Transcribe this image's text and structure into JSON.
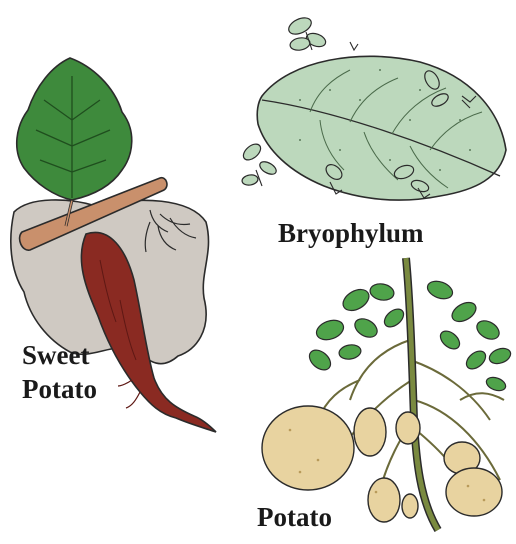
{
  "labels": {
    "sweet_potato_line1": "Sweet",
    "sweet_potato_line2": "Potato",
    "bryophylum": "Bryophylum",
    "potato": "Potato"
  },
  "colors": {
    "leaf_dark": "#3e8a3c",
    "leaf_light": "#4fa34a",
    "bryophylum_leaf": "#bcd8bc",
    "sweet_potato": "#8a2a22",
    "soil": "#cfc9c2",
    "stem": "#c9906c",
    "tuber": "#e8d3a0",
    "outline": "#2b2b2b"
  }
}
